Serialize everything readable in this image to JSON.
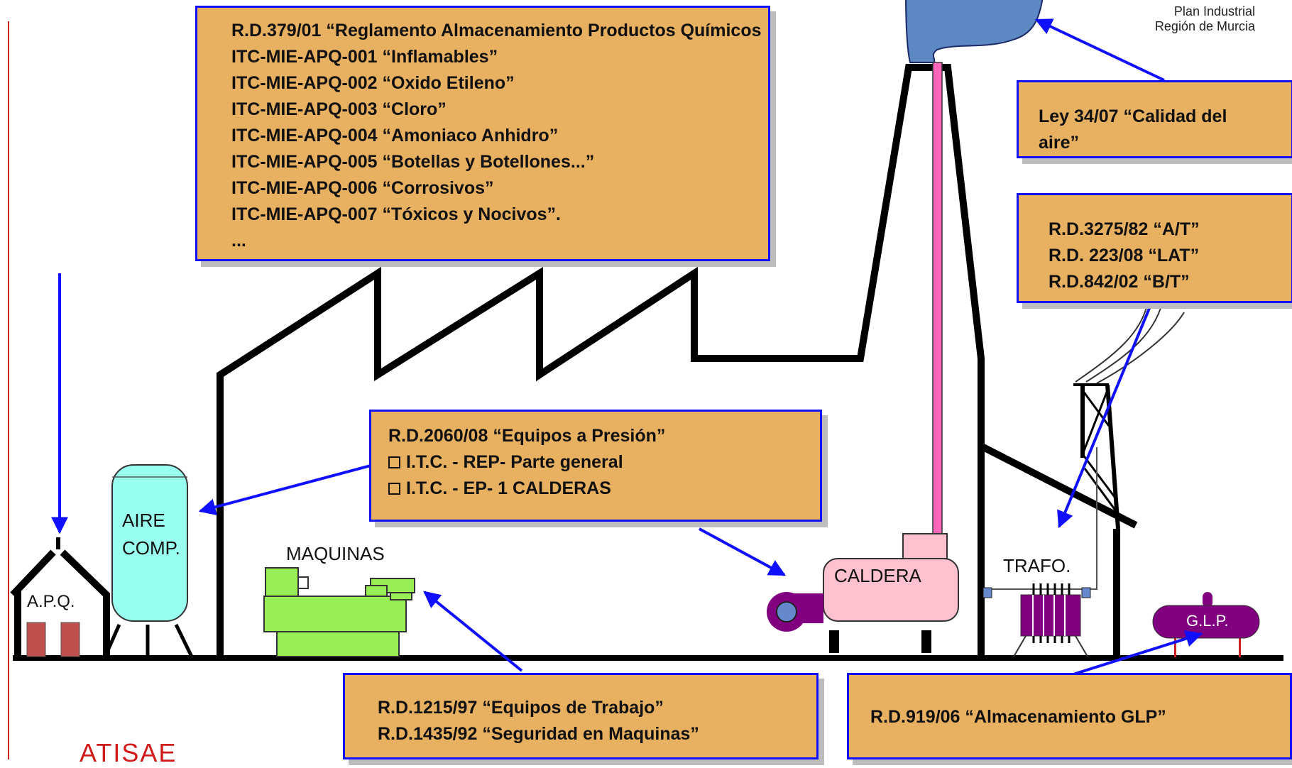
{
  "header": {
    "brand_line1": "Plan Industrial",
    "brand_line2": "Región de Murcia"
  },
  "boxes": {
    "apq_regs": [
      "R.D.379/01 “Reglamento Almacenamiento Productos Químicos",
      "ITC-MIE-APQ-001 “Inflamables”",
      "ITC-MIE-APQ-002 “Oxido Etileno”",
      "ITC-MIE-APQ-003 “Cloro”",
      "ITC-MIE-APQ-004 “Amoniaco Anhidro”",
      "ITC-MIE-APQ-005 “Botellas y Botellones...”",
      "ITC-MIE-APQ-006 “Corrosivos”",
      "ITC-MIE-APQ-007 “Tóxicos y Nocivos”.",
      "..."
    ],
    "air_quality": [
      "Ley 34/07 “Calidad del",
      " aire”"
    ],
    "electrical": [
      "R.D.3275/82 “A/T”",
      "R.D. 223/08 “LAT”",
      "R.D.842/02 “B/T”"
    ],
    "pressure": {
      "title": "R.D.2060/08 “Equipos a Presión”",
      "items": [
        "I.T.C. - REP-  Parte general",
        "I.T.C. -  EP-  1   CALDERAS"
      ]
    },
    "machinery": [
      "R.D.1215/97 “Equipos de Trabajo”",
      "R.D.1435/92 “Seguridad en Maquinas”"
    ],
    "glp": "R.D.919/06 “Almacenamiento GLP”"
  },
  "labels": {
    "apq": "A.P.Q.",
    "aire_line1": "AIRE",
    "aire_line2": "COMP.",
    "maquinas": "MAQUINAS",
    "caldera": "CALDERA",
    "trafo": "TRAFO.",
    "glp": "G.L.P."
  },
  "footer": {
    "company": "ATISAE"
  },
  "colors": {
    "box_fill": "#E8B061",
    "box_border": "#1010ff",
    "arrow": "#1010ff",
    "tank": "#99FFEE",
    "machine": "#99EE55",
    "boiler": "#FFC0D0",
    "chimney_pipe": "#FF66BB",
    "fan": "#800080",
    "smoke": "#5C88C4",
    "glp_tank": "#800080",
    "footer_text": "#d11a1a"
  }
}
